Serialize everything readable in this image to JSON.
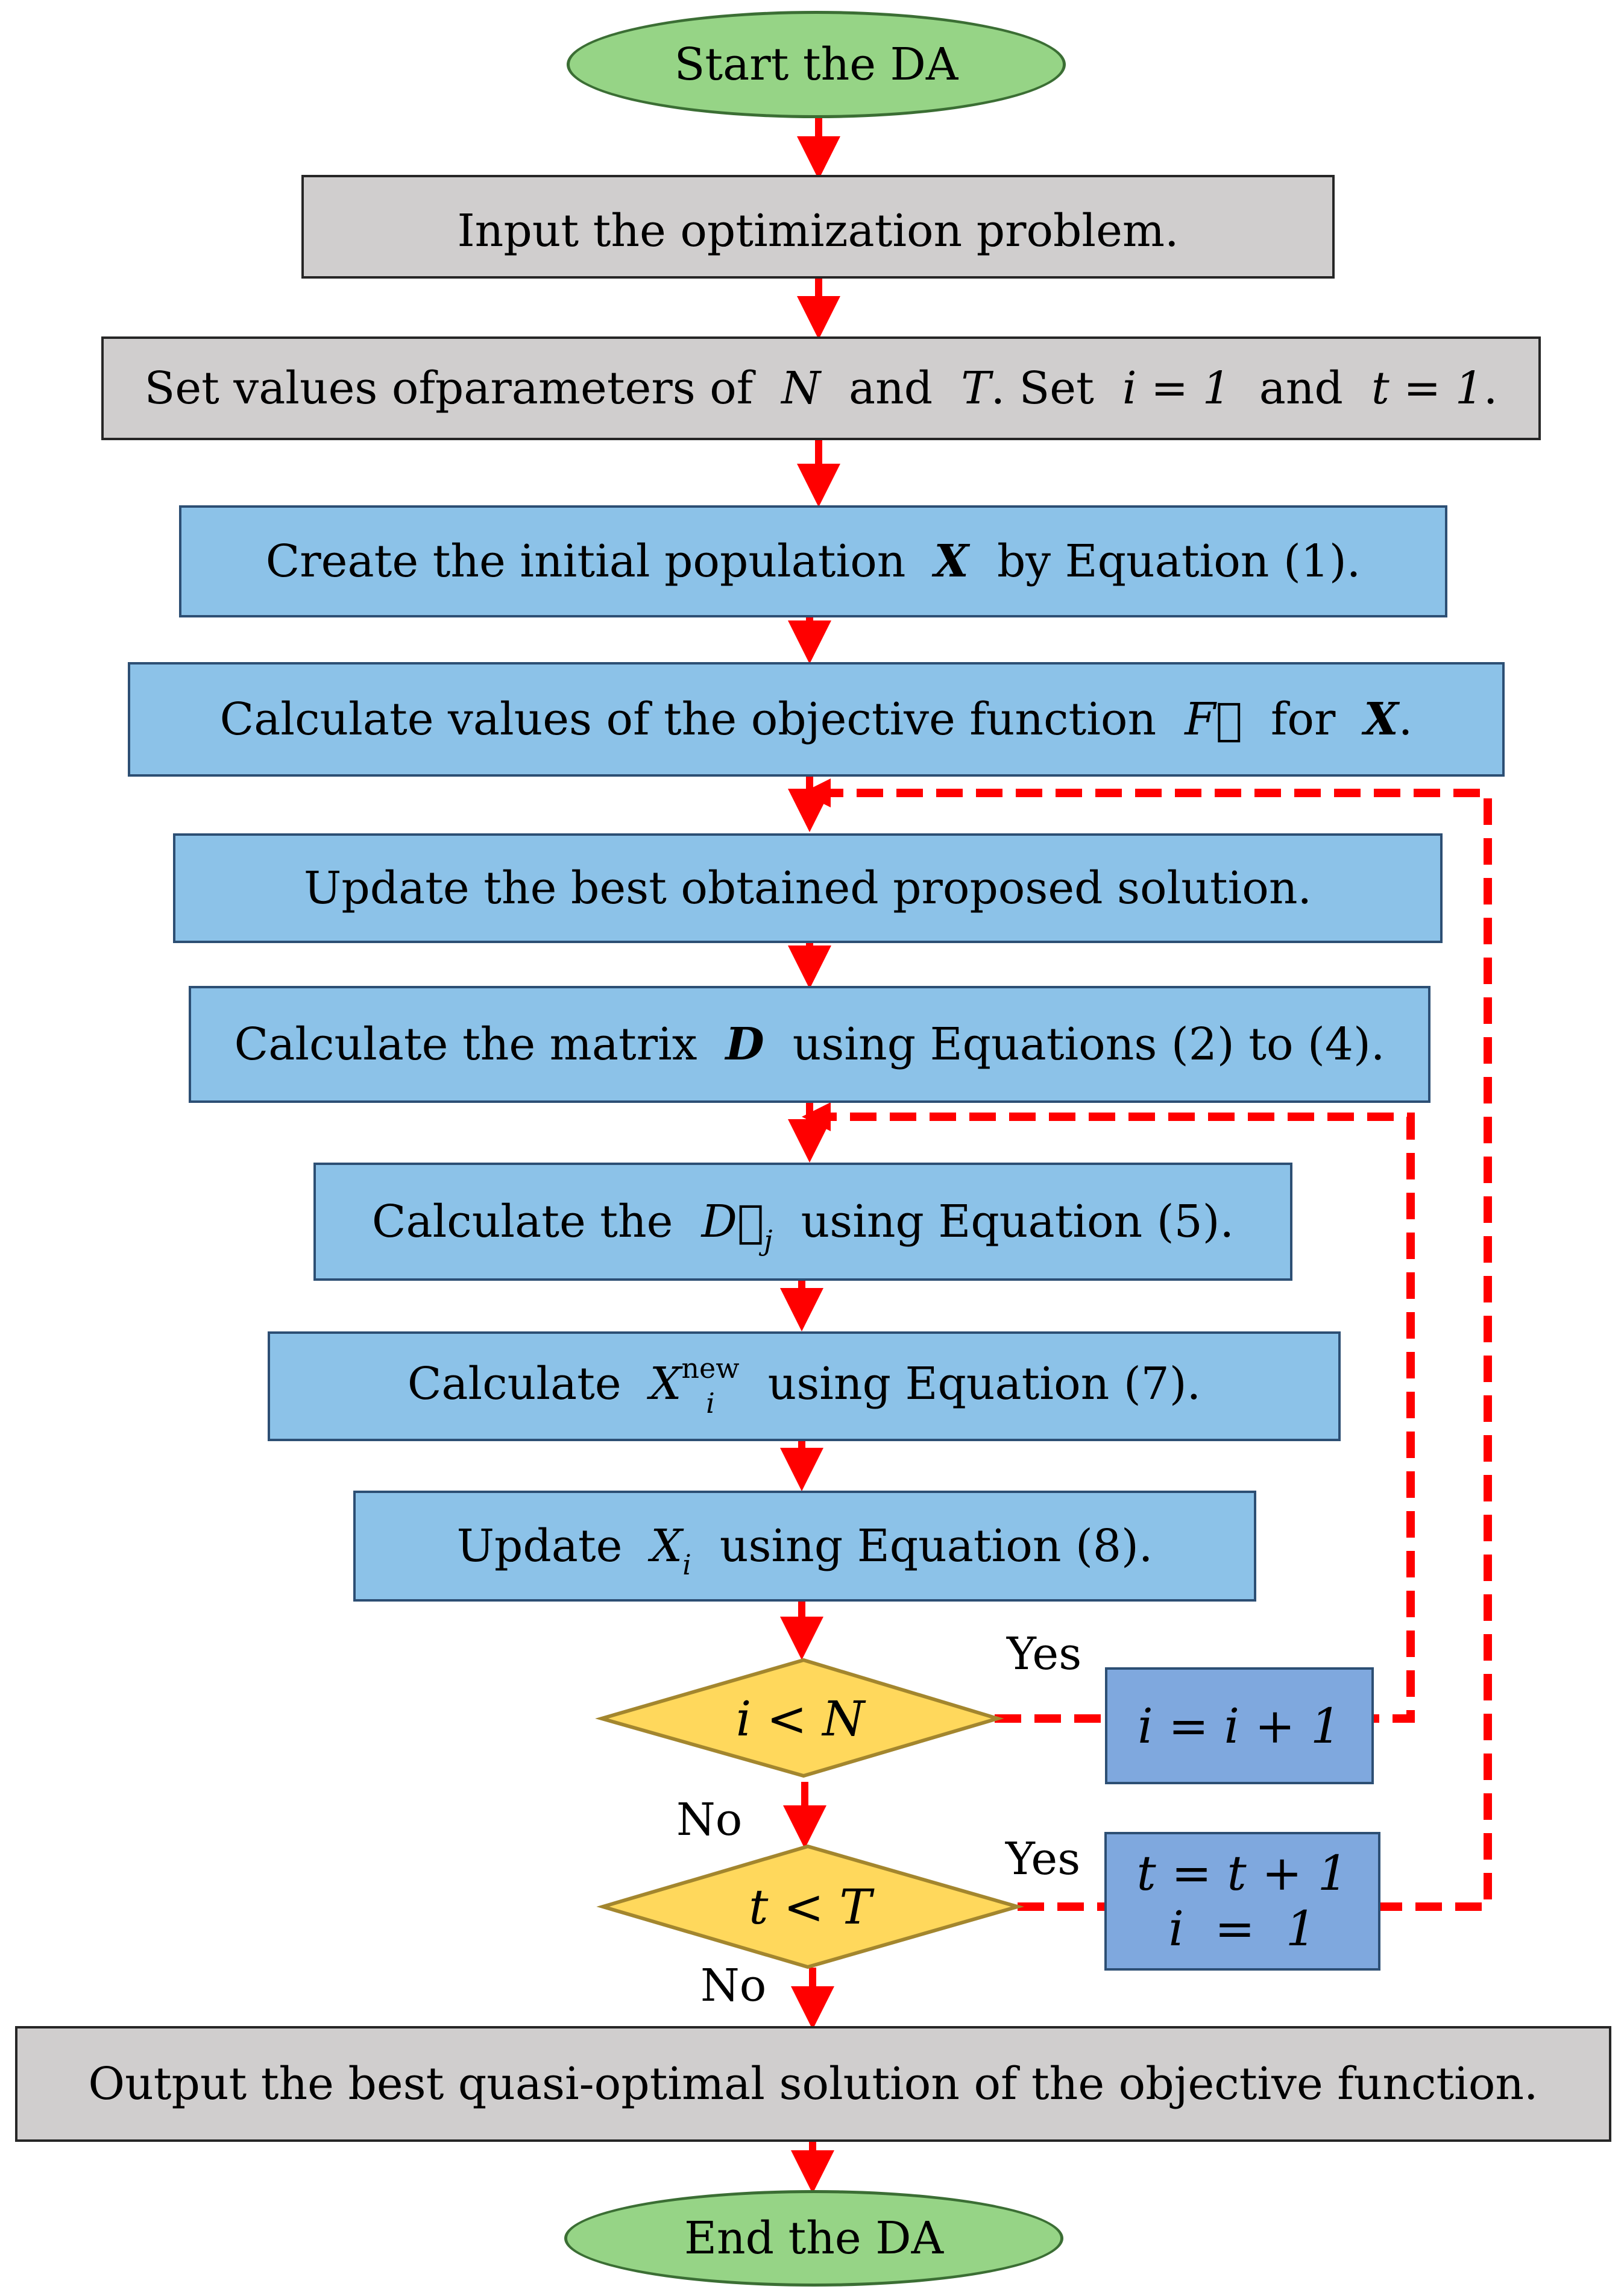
{
  "start": "Start the DA",
  "input": "Input the optimization problem.",
  "set_params": {
    "prefix": "Set values ofparameters of",
    "n": "N",
    "and1": "and",
    "t_cap": "T",
    "mid": ". Set",
    "i_eq": "i = 1",
    "and2": "and",
    "t_eq": "t = 1",
    "end": "."
  },
  "create": {
    "prefix": "Create the initial population",
    "var": "X",
    "suffix": "by Equation (1)."
  },
  "calc_obj": {
    "prefix": "Calculate values of the objective function",
    "var": "F⃗",
    "mid": "for",
    "var2": "X",
    "end": "."
  },
  "update_best": "Update the best obtained proposed solution.",
  "calc_matrix": {
    "prefix": "Calculate the matrix",
    "var": "D",
    "suffix": "using Equations (2) to (4)."
  },
  "calc_dj": {
    "prefix": "Calculate the",
    "var": "D⃗",
    "sub": "j",
    "suffix": "using Equation (5)."
  },
  "calc_xnew": {
    "prefix": "Calculate",
    "var": "X",
    "sub": "i",
    "sup": "new",
    "suffix": "using Equation (7)."
  },
  "update_xi": {
    "prefix": "Update",
    "var": "X",
    "sub": "i",
    "suffix": "using Equation (8)."
  },
  "decision_i": "i < N",
  "decision_t": "t < T",
  "inc_i": "i = i + 1",
  "inc_t_line1": "t = t + 1",
  "inc_t_line2": "i  =  1",
  "yes1": "Yes",
  "yes2": "Yes",
  "no1": "No",
  "no2": "No",
  "output": "Output the best quasi-optimal solution of the objective function.",
  "end": "End the DA",
  "colors": {
    "arrow": "#ff0000",
    "box_blue": "#8cc2e8",
    "box_gray": "#d0cece",
    "diamond": "#ffd85c",
    "oval": "#96d486"
  }
}
